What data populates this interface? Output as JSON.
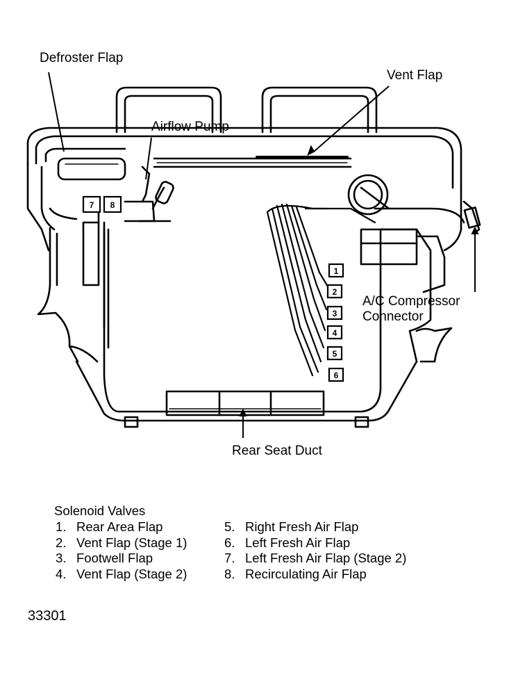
{
  "labels": {
    "defroster_flap": "Defroster Flap",
    "vent_flap": "Vent Flap",
    "airflow_pump": "Airflow Pump",
    "ac_compressor_line1": "A/C Compressor",
    "ac_compressor_line2": "Connector",
    "rear_seat_duct": "Rear Seat Duct"
  },
  "valve_numbers": [
    "1",
    "2",
    "3",
    "4",
    "5",
    "6",
    "7",
    "8"
  ],
  "legend": {
    "heading": "Solenoid Valves",
    "left": [
      {
        "num": "1.",
        "text": "Rear Area Flap"
      },
      {
        "num": "2.",
        "text": "Vent Flap (Stage 1)"
      },
      {
        "num": "3.",
        "text": "Footwell Flap"
      },
      {
        "num": "4.",
        "text": "Vent Flap (Stage 2)"
      }
    ],
    "right": [
      {
        "num": "5.",
        "text": "Right Fresh Air Flap"
      },
      {
        "num": "6.",
        "text": "Left Fresh Air Flap"
      },
      {
        "num": "7.",
        "text": "Left Fresh Air Flap (Stage 2)"
      },
      {
        "num": "8.",
        "text": "Recirculating Air Flap"
      }
    ]
  },
  "figure_id": "33301"
}
